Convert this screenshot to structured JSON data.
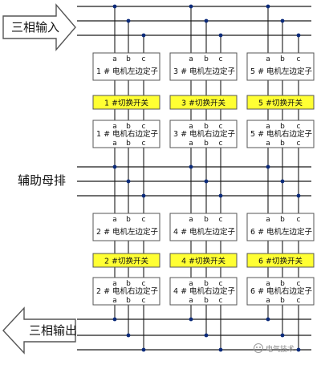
{
  "labels": {
    "input": "三相输入",
    "aux_bus": "辅助母排",
    "output": "三相输出"
  },
  "terminals": [
    "a",
    "b",
    "c"
  ],
  "rows": [
    {
      "switches": [
        "1 #切换开关",
        "3 #切换开关",
        "5 #切换开关"
      ],
      "motors_top": [
        "1 #  电机左边定子",
        "3 #  电机左边定子",
        "5 #  电机左边定子"
      ],
      "motors_bottom": [
        "1 #  电机右边定子",
        "3 #  电机右边定子",
        "5 #  电机右边定子"
      ]
    },
    {
      "switches": [
        "2 #切换开关",
        "4 #切换开关",
        "6 #切换开关"
      ],
      "motors_top": [
        "2 #  电机左边定子",
        "4 #  电机左边定子",
        "6 #  电机左边定子"
      ],
      "motors_bottom": [
        "2 #  电机右边定子",
        "4 #  电机右边定子",
        "6 #  电机右边定子"
      ]
    }
  ],
  "watermark": "电气技术",
  "colors": {
    "line": "#1a1a1a",
    "box_border": "#555555",
    "switch_fill": "#ffff33",
    "node": "#0b2a7a",
    "arrow_stroke": "#555555"
  }
}
